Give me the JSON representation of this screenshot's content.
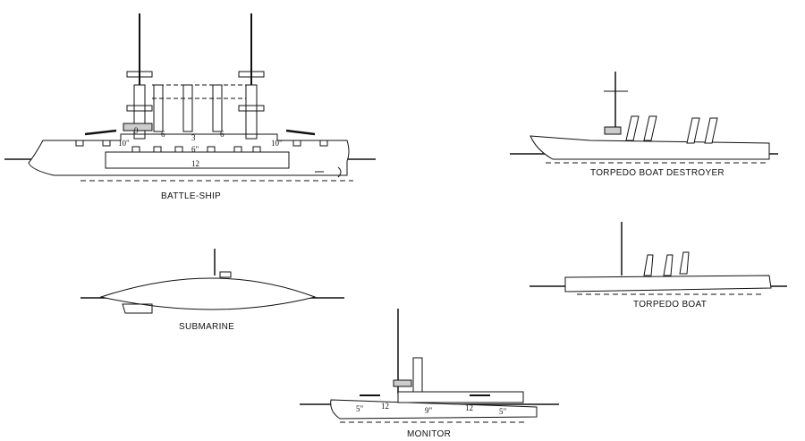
{
  "ships": {
    "battleship": {
      "label": "BATTLE-SHIP",
      "marks": [
        "10\"",
        "9",
        "6",
        "3",
        "6\"",
        "6",
        "12",
        "10\""
      ]
    },
    "destroyer": {
      "label": "TORPEDO BOAT DESTROYER"
    },
    "submarine": {
      "label": "SUBMARINE"
    },
    "torpedo_boat": {
      "label": "TORPEDO BOAT"
    },
    "monitor": {
      "label": "MONITOR",
      "marks": [
        "5\"",
        "12",
        "9\"",
        "12",
        "5\""
      ]
    }
  },
  "colors": {
    "ink": "#111111",
    "paper": "#ffffff"
  }
}
